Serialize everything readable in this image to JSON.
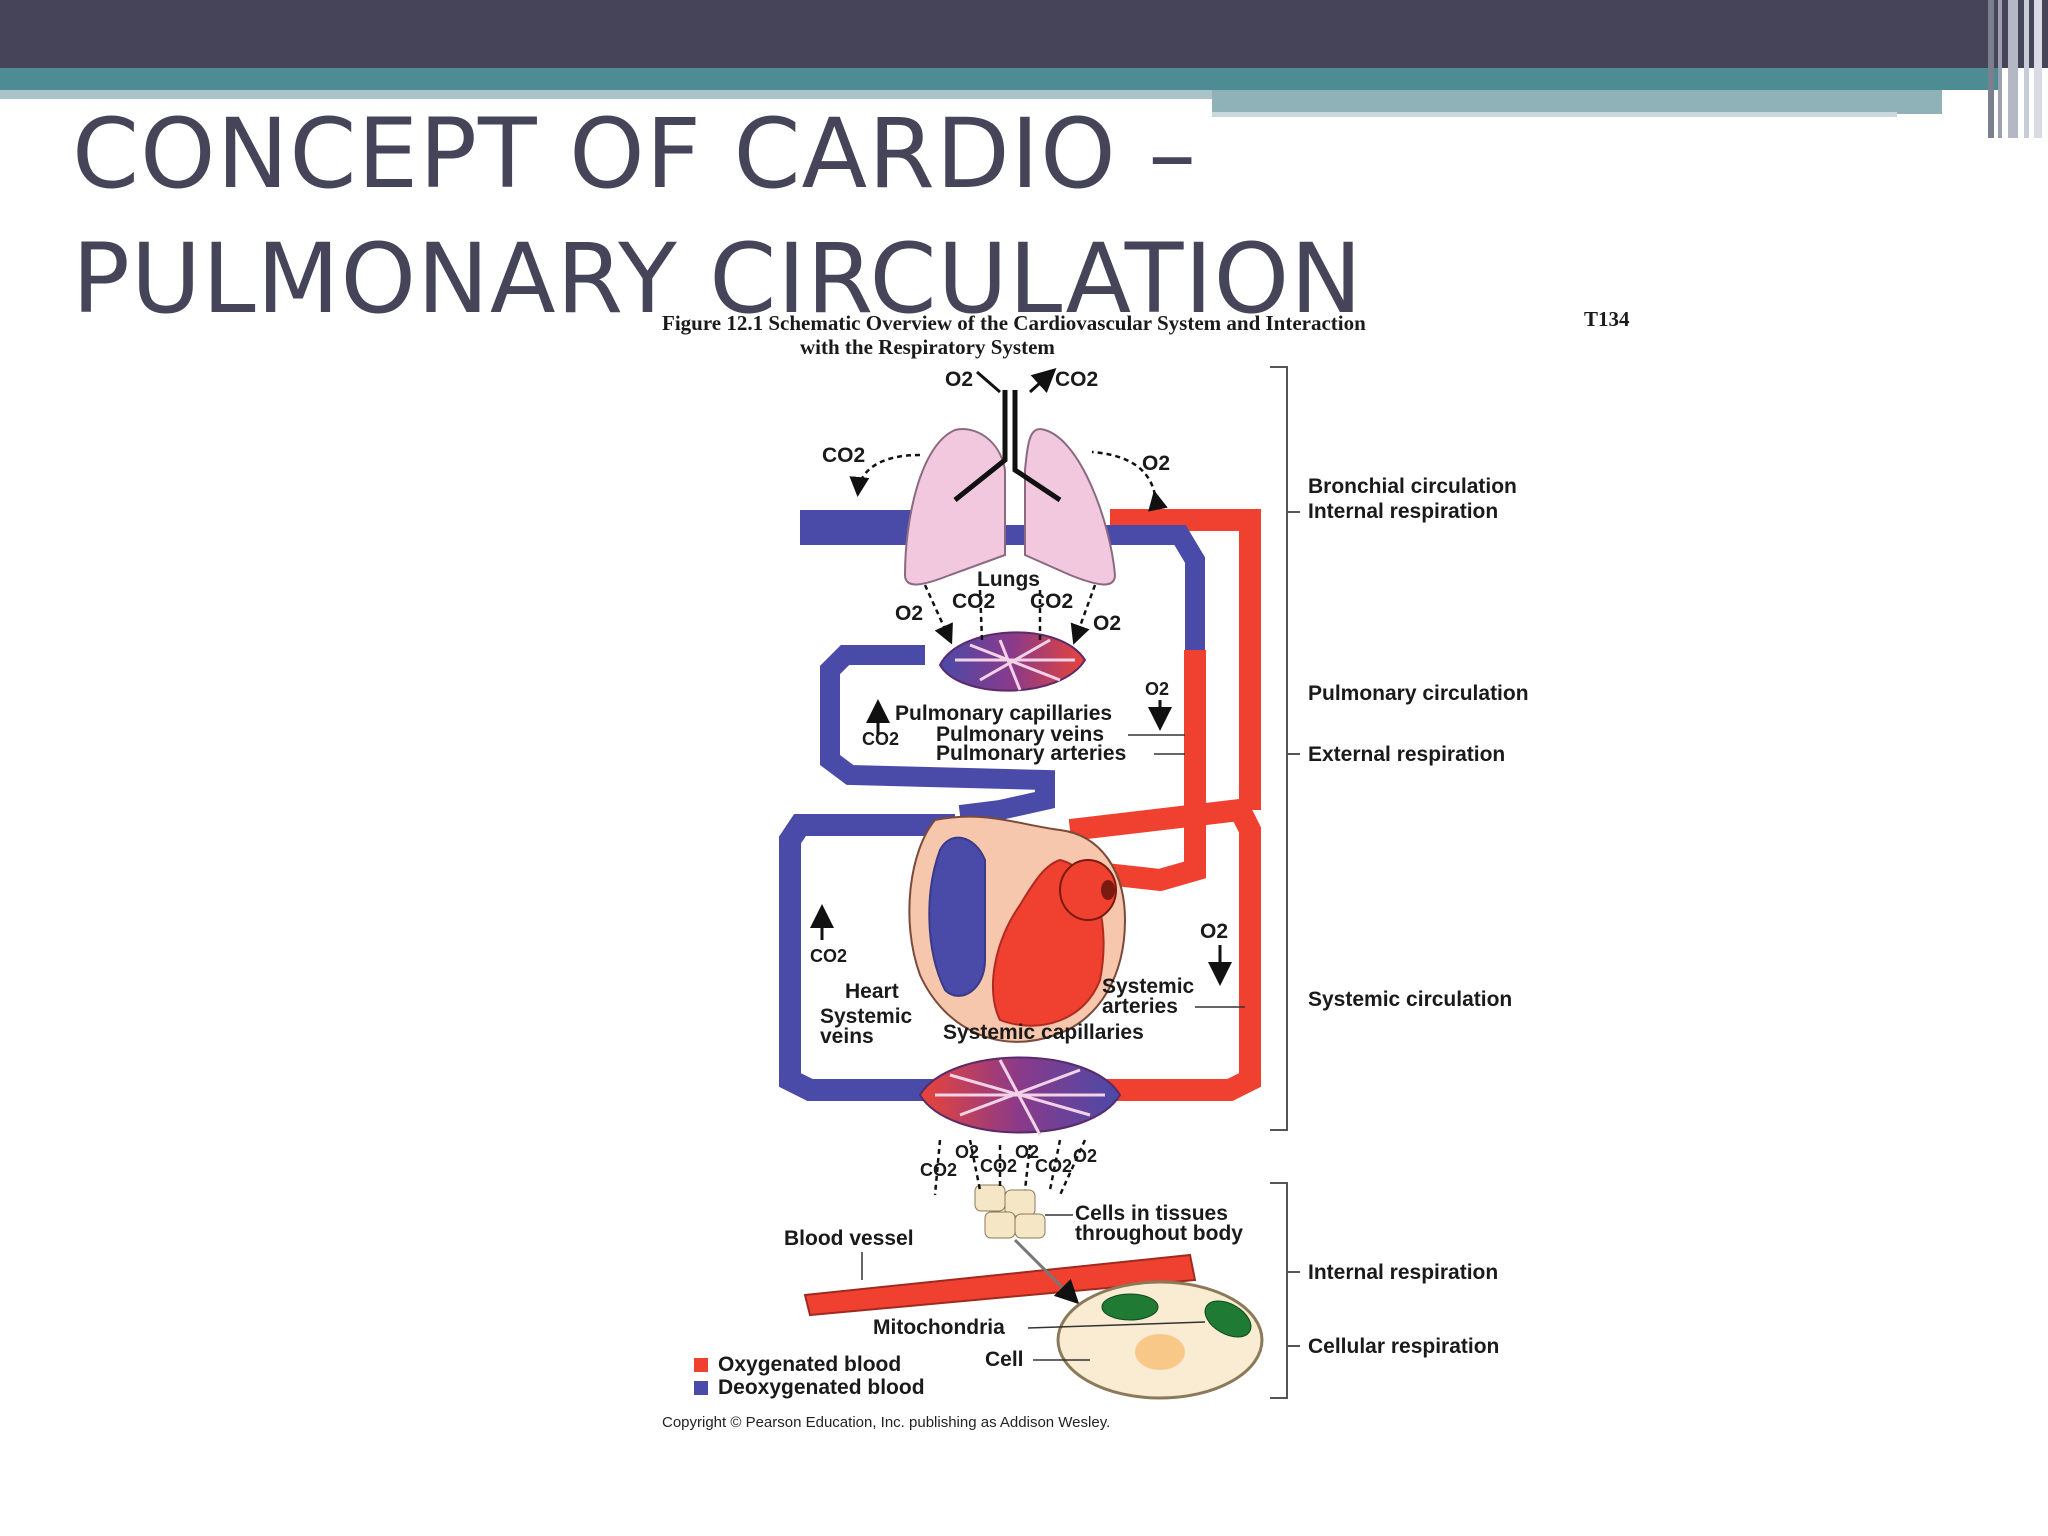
{
  "slide": {
    "title": "CONCEPT OF CARDIO – PULMONARY CIRCULATION"
  },
  "figure": {
    "caption_line1": "Figure 12.1  Schematic Overview of the Cardiovascular System and Interaction",
    "caption_line2": "with the Respiratory System",
    "code": "T134",
    "labels": {
      "o2": "O2",
      "co2": "CO2",
      "lungs": "Lungs",
      "pulmonary_capillaries": "Pulmonary capillaries",
      "pulmonary_veins": "Pulmonary veins",
      "pulmonary_arteries": "Pulmonary arteries",
      "heart": "Heart",
      "systemic_veins_1": "Systemic",
      "systemic_veins_2": "veins",
      "systemic_arteries_1": "Systemic",
      "systemic_arteries_2": "arteries",
      "systemic_capillaries": "Systemic capillaries",
      "cells_1": "Cells in tissues",
      "cells_2": "throughout body",
      "blood_vessel": "Blood vessel",
      "mitochondria": "Mitochondria",
      "cell": "Cell"
    },
    "brackets": {
      "bronchial": "Bronchial circulation",
      "internal_top": "Internal respiration",
      "pulmonary": "Pulmonary circulation",
      "external": "External respiration",
      "systemic": "Systemic circulation",
      "internal_bottom": "Internal respiration",
      "cellular": "Cellular respiration"
    },
    "legend": {
      "oxygenated": "Oxygenated blood",
      "deoxygenated": "Deoxygenated blood",
      "oxygenated_color": "#f0412e",
      "deoxygenated_color": "#4a4aa8"
    },
    "copyright": "Copyright © Pearson Education, Inc. publishing as Addison Wesley."
  }
}
